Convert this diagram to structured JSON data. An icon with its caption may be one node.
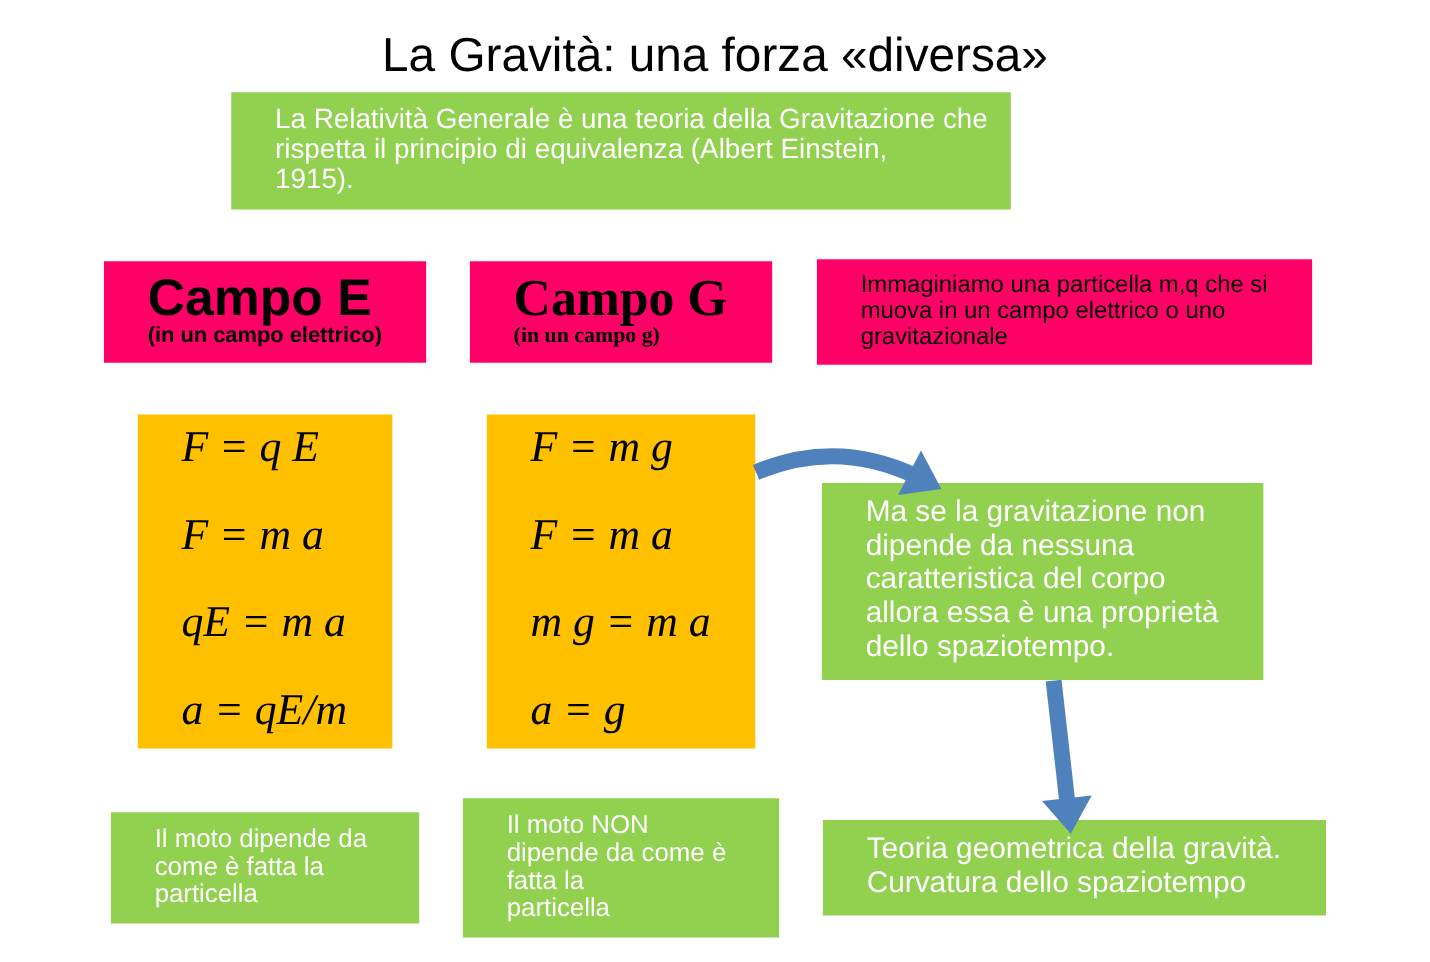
{
  "diagram": {
    "title": "La Gravità: una forza «diversa»",
    "nodes": [
      {
        "text": [
          "La Relatività Generale è una teoria della Gravitazione che rispetta il principio di equivalenza (Albert Einstein, 1915)."
        ]
      },
      {
        "text": [
          "Campo E",
          "(in un campo elettrico)"
        ]
      },
      {
        "text": [
          "Campo G",
          "(in un campo g)"
        ]
      },
      {
        "text": [
          "Immaginiamo una particella m,q che si muova in un campo elettrico o uno gravitazionale"
        ]
      },
      {
        "text": [
          "F = q E",
          "F = m a",
          "qE = m a",
          "a = qE/m"
        ]
      },
      {
        "text": [
          "Il moto dipende da come è fatta la particella"
        ]
      },
      {
        "text": [
          "F = m g",
          "F = m a",
          "m g = m a",
          "a = g"
        ]
      },
      {
        "text": [
          "Il moto NON dipende da come è fatta la particella"
        ]
      },
      {
        "text": [
          "Ma se la gravitazione non dipende da nessuna caratteristica del corpo allora essa è una proprietà dello spaziotempo."
        ]
      },
      {
        "text": [
          "Teoria geometrica della gravità. Curvatura dello spaziotempo"
        ]
      }
    ],
    "edges": [
      {
        "from": 6,
        "to": 8,
        "arrow": "to"
      },
      {
        "from": 8,
        "to": 9,
        "arrow": "to"
      }
    ]
  }
}
